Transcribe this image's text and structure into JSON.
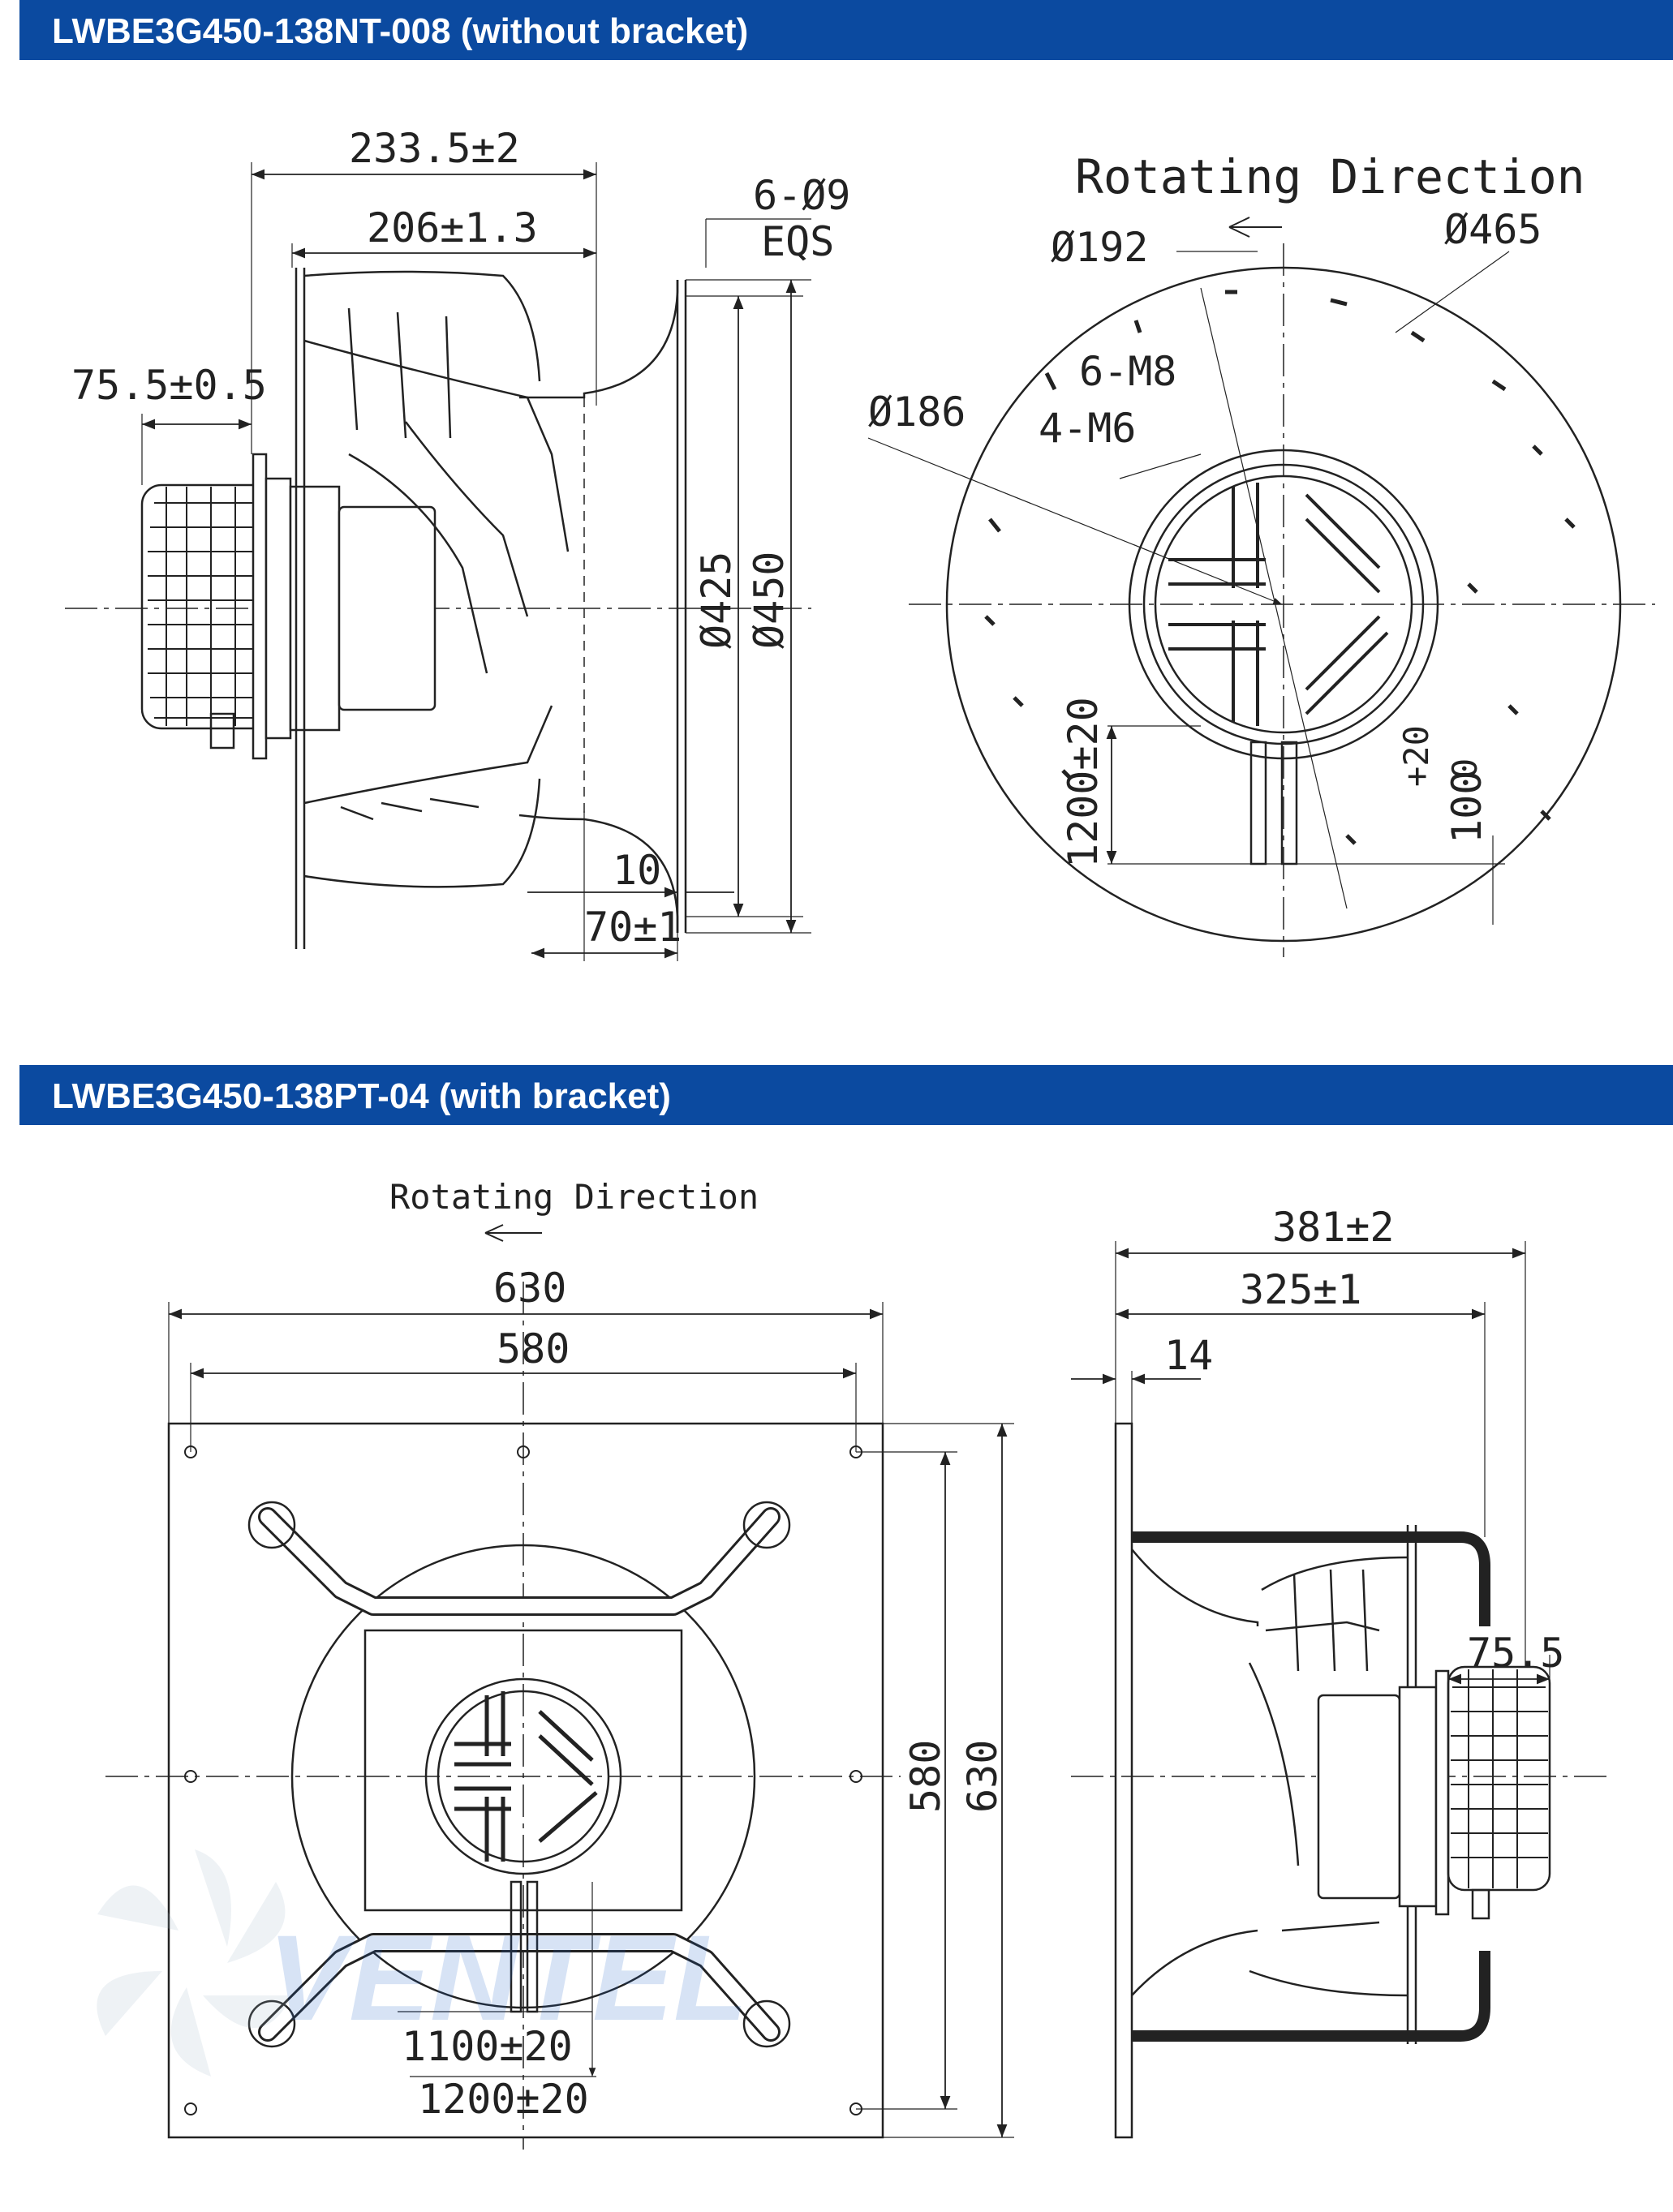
{
  "sections": [
    {
      "title": "LWBE3G450-138NT-008 (without bracket)"
    },
    {
      "title": "LWBE3G450-138PT-04 (with bracket)"
    }
  ],
  "top": {
    "side": {
      "d_overall": "233.5±2",
      "d_body": "206±1.3",
      "d_motor": "75.5±0.5",
      "holes": "6-Ø9",
      "holes_eqs": "EQS",
      "d_425": "Ø425",
      "d_450": "Ø450",
      "d_10": "10",
      "d_70": "70±1"
    },
    "front": {
      "rotating": "Rotating Direction",
      "d192": "Ø192",
      "d465": "Ø465",
      "m8": "6-M8",
      "m6": "4-M6",
      "d186": "Ø186",
      "cable": "1200±20",
      "tol": "+20",
      "tol2": "0",
      "len100": "100"
    }
  },
  "bottom": {
    "front": {
      "rotating": "Rotating Direction",
      "w630": "630",
      "w580": "580",
      "h580": "580",
      "h630": "630",
      "c1100": "1100±20",
      "c1200": "1200±20"
    },
    "side": {
      "d381": "381±2",
      "d325": "325±1",
      "d14": "14",
      "d75": "75.5"
    }
  },
  "watermark": "VENTEL",
  "colors": {
    "header": "#0b4aa0",
    "line": "#222222",
    "watermark": "#1e64c8"
  }
}
